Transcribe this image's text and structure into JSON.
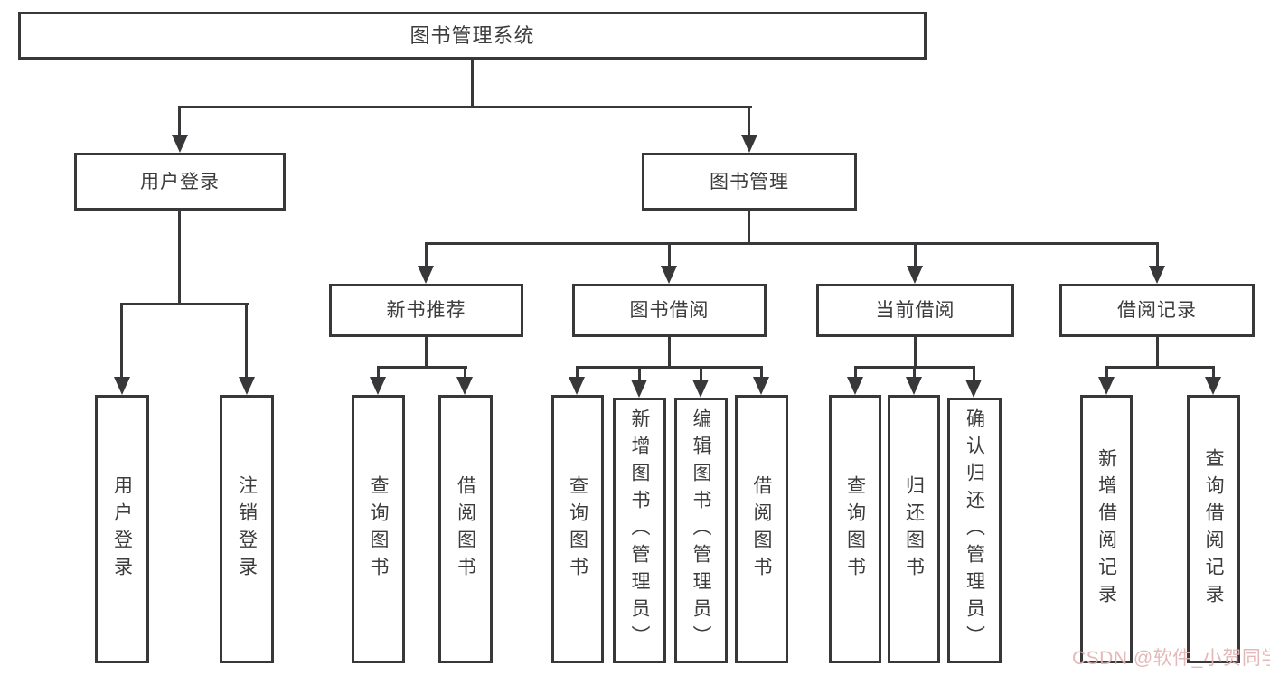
{
  "tree": {
    "label": "图书管理系统",
    "children": [
      {
        "label": "用户登录",
        "children": [
          {
            "label": "用户登录"
          },
          {
            "label": "注销登录"
          }
        ]
      },
      {
        "label": "图书管理",
        "children": [
          {
            "label": "新书推荐",
            "children": [
              {
                "label": "查询图书"
              },
              {
                "label": "借阅图书"
              }
            ]
          },
          {
            "label": "图书借阅",
            "children": [
              {
                "label": "查询图书"
              },
              {
                "label": "新增图书（管理员）"
              },
              {
                "label": "编辑图书（管理员）"
              },
              {
                "label": "借阅图书"
              }
            ]
          },
          {
            "label": "当前借阅",
            "children": [
              {
                "label": "查询图书"
              },
              {
                "label": "归还图书"
              },
              {
                "label": "确认归还（管理员）"
              }
            ]
          },
          {
            "label": "借阅记录",
            "children": [
              {
                "label": "新增借阅记录"
              },
              {
                "label": "查询借阅记录"
              }
            ]
          }
        ]
      }
    ]
  },
  "watermark": {
    "text": "CSDN @软件_小贺同学",
    "color": "#e2b1b1"
  },
  "colors": {
    "line": "#38383a",
    "text": "#3c3c3e",
    "background": "#ffffff"
  }
}
